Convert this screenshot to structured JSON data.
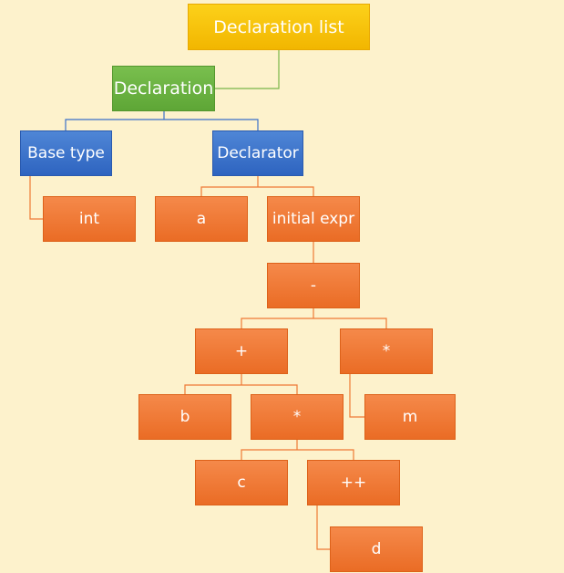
{
  "nodes": {
    "declaration_list": "Declaration list",
    "declaration": "Declaration",
    "base_type": "Base type",
    "declarator": "Declarator",
    "int": "int",
    "a": "a",
    "initial_expr": "initial expr",
    "minus": "-",
    "plus": "+",
    "star_right": "*",
    "b": "b",
    "star_mid": "*",
    "m": "m",
    "c": "c",
    "increment": "++",
    "d": "d"
  },
  "colors": {
    "background": "#fdf2cc",
    "root": "#f7c20a",
    "declaration": "#6ab142",
    "blue_nodes": "#3a70c9",
    "orange_nodes": "#ef7a35",
    "connector_green": "#7ab648",
    "connector_blue": "#3a70c9",
    "connector_orange": "#ef7a35"
  }
}
